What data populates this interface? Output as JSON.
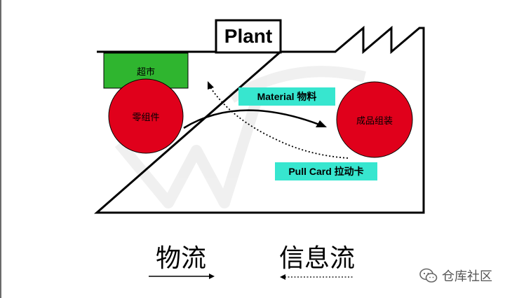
{
  "plant": {
    "label": "Plant"
  },
  "supermarket": {
    "label": "超市"
  },
  "parts": {
    "label": "零组件"
  },
  "assembly": {
    "label": "成品组装"
  },
  "material_flow": {
    "label": "Material 物料"
  },
  "pull_card": {
    "label": "Pull Card 拉动卡"
  },
  "legend": {
    "material_flow": "物流",
    "info_flow": "信息流"
  },
  "brand": {
    "label": "仓库社区",
    "icon": "wechat-icon"
  },
  "colors": {
    "supermarket": "#2fb52f",
    "circle": "#e0001b",
    "tag": "#37e6cf"
  }
}
